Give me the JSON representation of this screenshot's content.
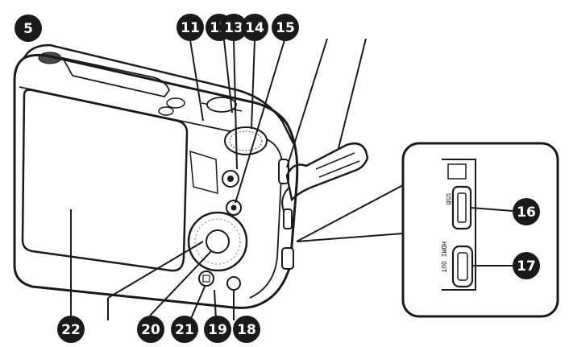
{
  "diagram": {
    "section_number": "5",
    "callouts": {
      "c11": "11",
      "c12": "12",
      "c13": "13",
      "c14": "14",
      "c15": "15",
      "c16": "16",
      "c17": "17",
      "c18": "18",
      "c19": "19",
      "c20": "20",
      "c21": "21",
      "c22": "22"
    },
    "port_labels": {
      "usb": "USB",
      "hdmi": "HDMI OUT"
    }
  }
}
